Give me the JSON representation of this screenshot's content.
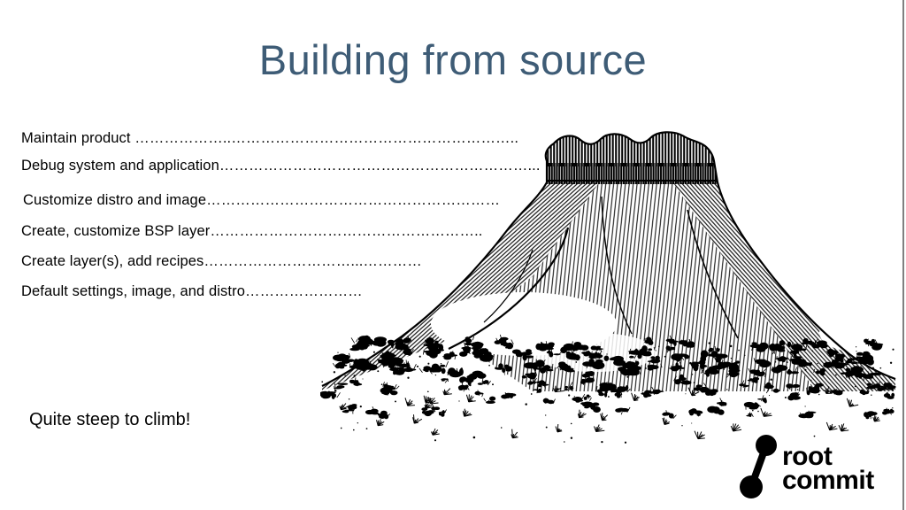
{
  "slide": {
    "title": "Building from source",
    "caption": "Quite steep to climb!"
  },
  "ladder": {
    "items": [
      {
        "text": "Maintain product ………………..………………………………………………….."
      },
      {
        "text": "Debug system and application………………………………………………………..."
      },
      {
        "text": "Customize distro and image……………………………………………………"
      },
      {
        "text": "Create, customize BSP layer……………………………………………….."
      },
      {
        "text": "Create layer(s), add recipes…………………………...…………"
      },
      {
        "text": "Default settings, image, and distro……………………"
      }
    ]
  },
  "illustration": {
    "name": "butte-mountain-ink-drawing"
  },
  "logo": {
    "line1": "root",
    "line2": "commit",
    "icon": "commit-link-icon"
  },
  "colors": {
    "title": "#3e5c76",
    "ink": "#000000",
    "border": "#808080",
    "background": "#ffffff"
  }
}
